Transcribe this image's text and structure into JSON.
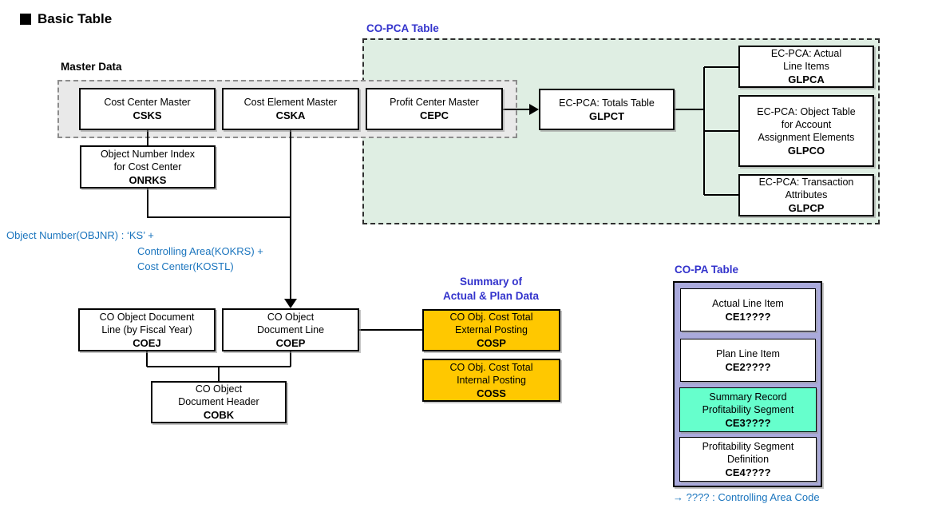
{
  "header": {
    "bullet": "■",
    "title": "Basic Table"
  },
  "sections": {
    "master_data": {
      "label": "Master Data"
    },
    "co_pca": {
      "label": "CO-PCA Table"
    },
    "summary": {
      "label_line1": "Summary of",
      "label_line2": "Actual & Plan Data"
    },
    "co_pa": {
      "label": "CO-PA Table",
      "footnote": "→ ???? : Controlling Area Code"
    }
  },
  "annotations": {
    "objnr_line1": "Object Number(OBJNR) : ‘KS’ +",
    "objnr_line2": "Controlling Area(KOKRS) +",
    "objnr_line3": "Cost Center(KOSTL)"
  },
  "boxes": {
    "csks": {
      "line1": "Cost Center Master",
      "code": "CSKS"
    },
    "cska": {
      "line1": "Cost Element Master",
      "code": "CSKA"
    },
    "cepc": {
      "line1": "Profit Center Master",
      "code": "CEPC"
    },
    "onrks": {
      "line1": "Object Number Index",
      "line2": "for Cost Center",
      "code": "ONRKS"
    },
    "glpct": {
      "line1": "EC-PCA: Totals Table",
      "code": "GLPCT"
    },
    "glpca": {
      "line1": "EC-PCA: Actual",
      "line2": "Line Items",
      "code": "GLPCA"
    },
    "glpco": {
      "line1": "EC-PCA: Object Table",
      "line2": "for Account",
      "line3": "Assignment Elements",
      "code": "GLPCO"
    },
    "glpcp": {
      "line1": "EC-PCA: Transaction",
      "line2": "Attributes",
      "code": "GLPCP"
    },
    "coej": {
      "line1": "CO Object Document",
      "line2": "Line (by  Fiscal Year)",
      "code": "COEJ"
    },
    "coep": {
      "line1": "CO Object",
      "line2": "Document Line",
      "code": "COEP"
    },
    "cobk": {
      "line1": "CO Object",
      "line2": "Document Header",
      "code": "COBK"
    },
    "cosp": {
      "line1": "CO Obj. Cost Total",
      "line2": "External Posting",
      "code": "COSP"
    },
    "coss": {
      "line1": "CO Obj. Cost Total",
      "line2": "Internal Posting",
      "code": "COSS"
    },
    "ce1": {
      "line1": "Actual Line Item",
      "code": "CE1????"
    },
    "ce2": {
      "line1": "Plan Line Item",
      "code": "CE2????"
    },
    "ce3": {
      "line1": "Summary Record",
      "line2": "Profitability Segment",
      "code": "CE3????"
    },
    "ce4": {
      "line1": "Profitability Segment",
      "line2": "Definition",
      "code": "CE4????"
    }
  },
  "colors": {
    "heading_blue": "#3333cc",
    "note_blue": "#1b75be",
    "master_region_fill": "#e9e9e9",
    "co_pca_region_fill": "#dfeee3",
    "summary_box_fill": "#ffc800",
    "co_pa_container_fill": "#aaaadc",
    "ce3_fill": "#66ffcc",
    "connector": "#000000"
  }
}
